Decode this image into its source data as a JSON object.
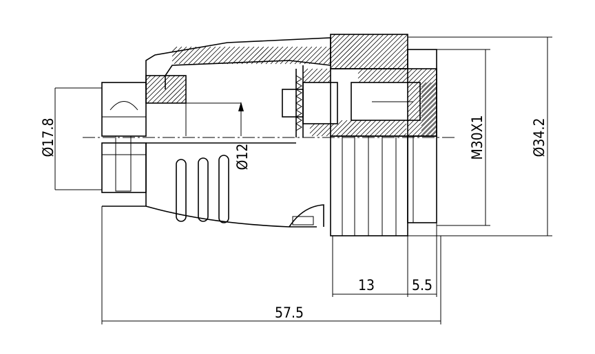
{
  "drawing": {
    "title": "Connector plug side section view",
    "dimensions": {
      "nut_diameter": "Ø17.8",
      "cable_diameter": "Ø12",
      "thread": "M30X1",
      "outer_diameter": "Ø34.2",
      "knurl_length": "13",
      "thread_length": "5.5",
      "overall_length": "57.5"
    }
  }
}
